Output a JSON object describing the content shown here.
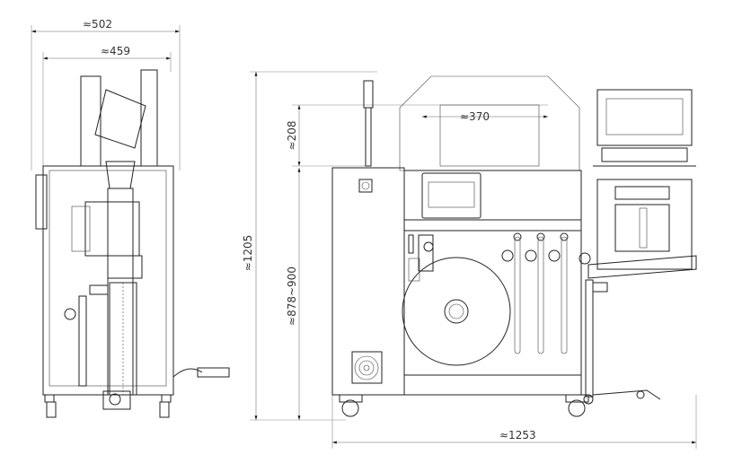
{
  "drawing": {
    "dimensions": {
      "overall_depth": "≈502",
      "frame_depth": "≈459",
      "hood_width": "≈370",
      "beacon_height": "≈208",
      "overall_height": "≈1205",
      "table_height": "≈878~900",
      "overall_width": "≈1253"
    }
  }
}
